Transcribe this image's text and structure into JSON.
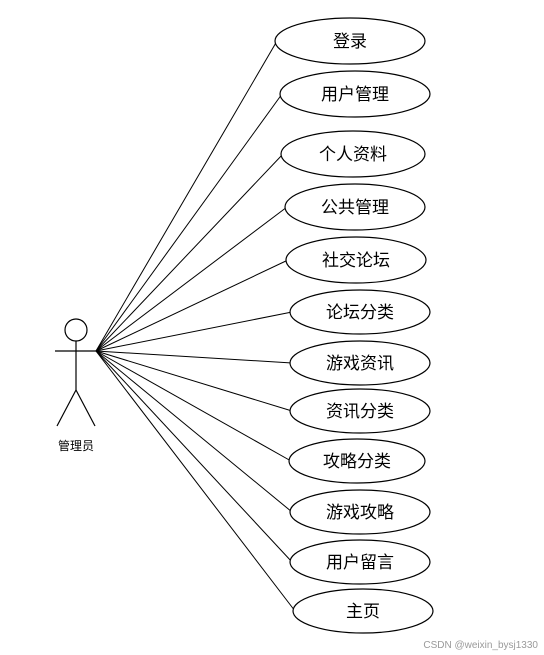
{
  "actor": {
    "label": "管理员"
  },
  "use_cases": [
    "登录",
    "用户管理",
    "个人资料",
    "公共管理",
    "社交论坛",
    "论坛分类",
    "游戏资讯",
    "资讯分类",
    "攻略分类",
    "游戏攻略",
    "用户留言",
    "主页"
  ],
  "watermark": "CSDN @weixin_bysj1330"
}
